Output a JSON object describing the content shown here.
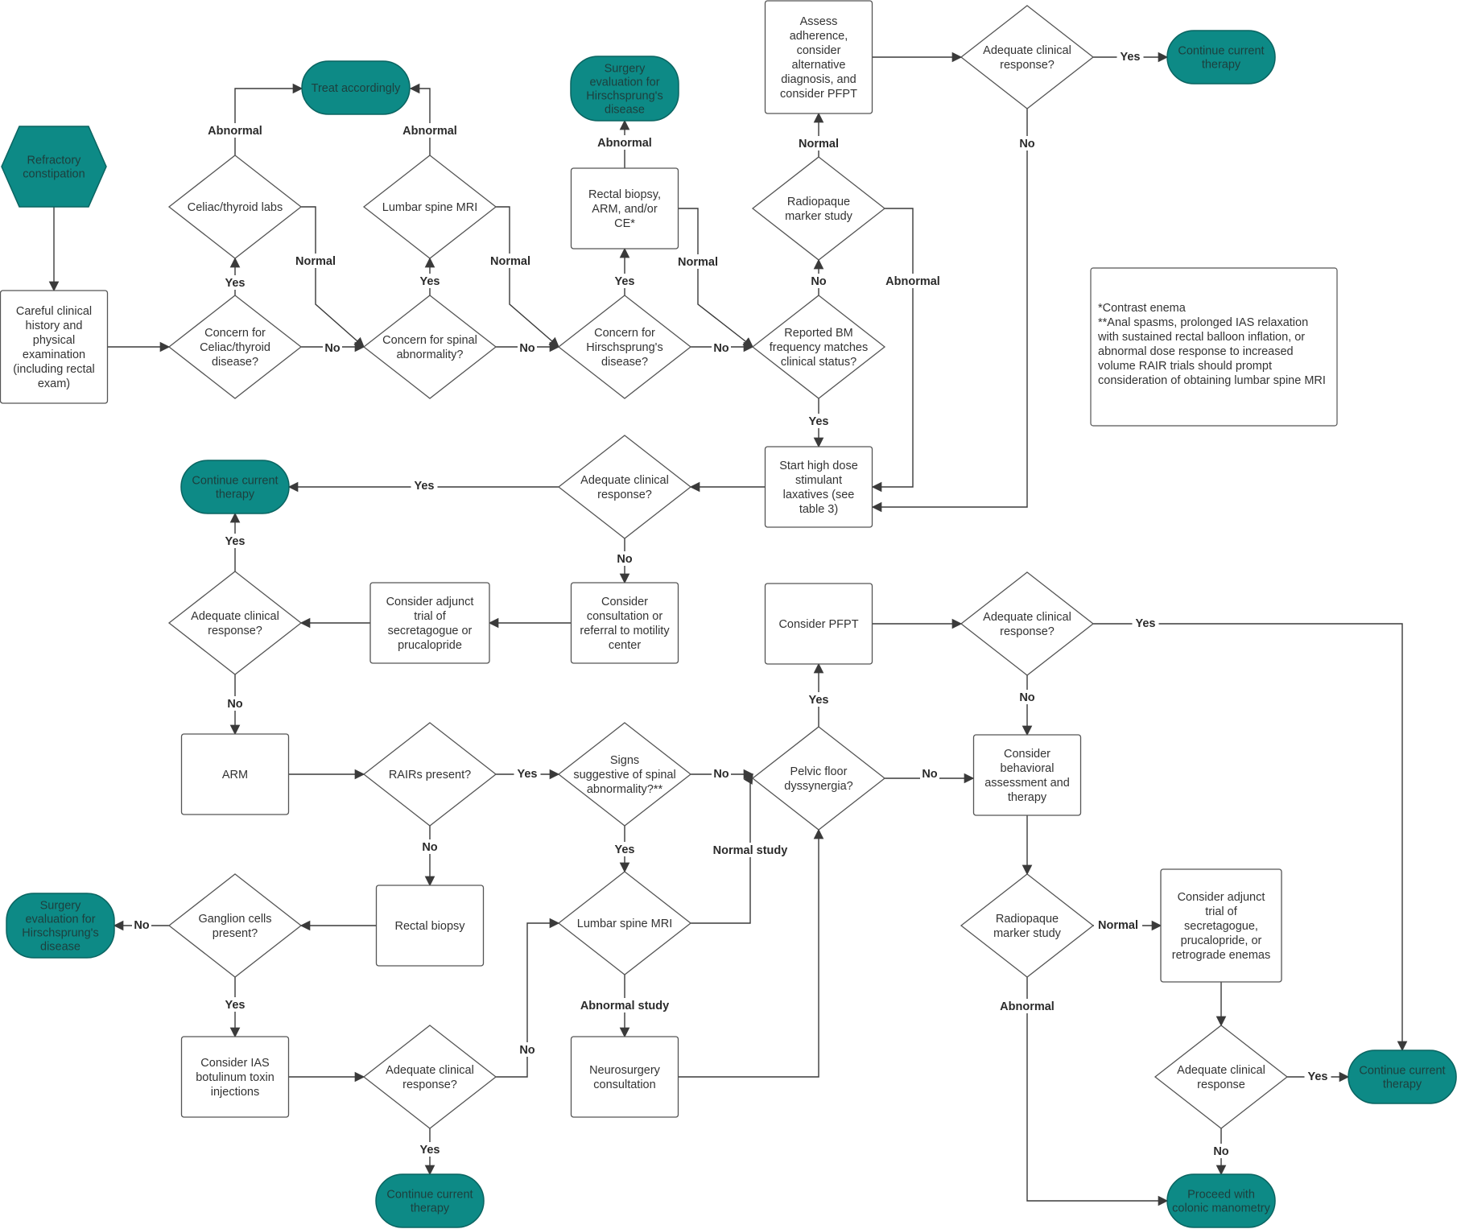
{
  "colors": {
    "terminal_fill": "#0d8a86",
    "terminal_stroke": "#0a6461",
    "node_stroke": "#555555",
    "edge": "#3a3a3a"
  },
  "nodes": {
    "refractory": [
      "Refractory",
      "constipation"
    ],
    "careful_history": [
      "Careful clinical",
      "history and",
      "physical",
      "examination",
      "(including rectal",
      "exam)"
    ],
    "concern_celiac": [
      "Concern for",
      "Celiac/thyroid",
      "disease?"
    ],
    "celiac_labs": [
      "Celiac/thyroid labs"
    ],
    "treat_accordingly": [
      "Treat accordingly"
    ],
    "concern_spinal": [
      "Concern for spinal",
      "abnormality?"
    ],
    "lumbar_mri_top": [
      "Lumbar spine MRI"
    ],
    "concern_hirsch": [
      "Concern for",
      "Hirschsprung's",
      "disease?"
    ],
    "rectal_biopsy_arm_ce": [
      "Rectal biopsy,",
      "ARM, and/or",
      "CE*"
    ],
    "surgery_eval_top": [
      "Surgery",
      "evaluation for",
      "Hirschsprung's",
      "disease"
    ],
    "reported_bm": [
      "Reported BM",
      "frequency  matches",
      "clinical status?"
    ],
    "radiopaque_top": [
      "Radiopaque",
      "marker study"
    ],
    "assess_adherence": [
      "Assess",
      "adherence,",
      "consider",
      "alternative",
      "diagnosis, and",
      "consider PFPT"
    ],
    "adequate_top_right": [
      "Adequate clinical",
      "response?"
    ],
    "continue_top_right": [
      "Continue current",
      "therapy"
    ],
    "start_high_dose": [
      "Start high dose",
      "stimulant",
      "laxatives (see",
      "table 3)"
    ],
    "adequate_mid": [
      "Adequate clinical",
      "response?"
    ],
    "continue_left": [
      "Continue current",
      "therapy"
    ],
    "consider_consultation": [
      "Consider",
      "consultation or",
      "referral to motility",
      "center"
    ],
    "consider_adjunct_left": [
      "Consider adjunct",
      "trial of",
      "secretagogue or",
      "prucalopride"
    ],
    "adequate_left": [
      "Adequate clinical",
      "response?"
    ],
    "arm": [
      "ARM"
    ],
    "rairs_present": [
      "RAIRs present?"
    ],
    "signs_spinal": [
      "Signs",
      "suggestive of spinal",
      "abnormality?**"
    ],
    "pelvic_floor": [
      "Pelvic floor",
      "dyssynergia?"
    ],
    "consider_pfpt": [
      "Consider PFPT"
    ],
    "adequate_pfpt": [
      "Adequate clinical",
      "response?"
    ],
    "consider_behavioral": [
      "Consider",
      "behavioral",
      "assessment and",
      "therapy"
    ],
    "rectal_biopsy": [
      "Rectal biopsy"
    ],
    "ganglion_cells": [
      "Ganglion cells",
      "present?"
    ],
    "surgery_eval_left": [
      "Surgery",
      "evaluation for",
      "Hirschsprung's",
      "disease"
    ],
    "lumbar_mri_bottom": [
      "Lumbar spine MRI"
    ],
    "neurosurgery": [
      "Neurosurgery",
      "consultation"
    ],
    "consider_ias": [
      "Consider IAS",
      "botulinum toxin",
      "injections"
    ],
    "adequate_ias": [
      "Adequate clinical",
      "response?"
    ],
    "continue_bottom": [
      "Continue current",
      "therapy"
    ],
    "radiopaque_bottom": [
      "Radiopaque",
      "marker study"
    ],
    "consider_adjunct_right": [
      "Consider adjunct",
      "trial of",
      "secretagogue,",
      "prucalopride, or",
      "retrograde enemas"
    ],
    "adequate_right": [
      "Adequate clinical",
      "response"
    ],
    "continue_bottom_right": [
      "Continue current",
      "therapy"
    ],
    "proceed_manometry": [
      "Proceed with",
      "colonic manometry"
    ]
  },
  "edge_labels": {
    "celiac_no": "No",
    "celiac_yes": "Yes",
    "celiac_abnormal": "Abnormal",
    "celiac_normal": "Normal",
    "spinal_no": "No",
    "spinal_yes": "Yes",
    "mri_abnormal": "Abnormal",
    "mri_normal": "Normal",
    "hirsch_no": "No",
    "hirsch_yes": "Yes",
    "biopsy_abnormal": "Abnormal",
    "biopsy_normal": "Normal",
    "bm_no": "No",
    "bm_yes": "Yes",
    "radio_normal": "Normal",
    "radio_abnormal": "Abnormal",
    "adherence_yes": "Yes",
    "adherence_no": "No",
    "mid_yes": "Yes",
    "mid_no": "No",
    "left_yes": "Yes",
    "left_no": "No",
    "rairs_yes": "Yes",
    "rairs_no": "No",
    "signs_no": "No",
    "signs_yes": "Yes",
    "pelvic_yes": "Yes",
    "pelvic_no": "No",
    "pfpt_yes": "Yes",
    "pfpt_no": "No",
    "ganglion_no": "No",
    "ganglion_yes": "Yes",
    "mri_normal_study": "Normal study",
    "mri_abnormal_study": "Abnormal study",
    "ias_no": "No",
    "ias_yes": "Yes",
    "radio2_normal": "Normal",
    "radio2_abnormal": "Abnormal",
    "right_yes": "Yes",
    "right_no": "No"
  },
  "footnote": [
    "*Contrast enema",
    "**Anal spasms, prolonged IAS relaxation",
    "with sustained rectal balloon inflation, or",
    "abnormal dose response to increased",
    "volume RAIR trials  should prompt",
    "consideration of obtaining lumbar spine MRI"
  ]
}
